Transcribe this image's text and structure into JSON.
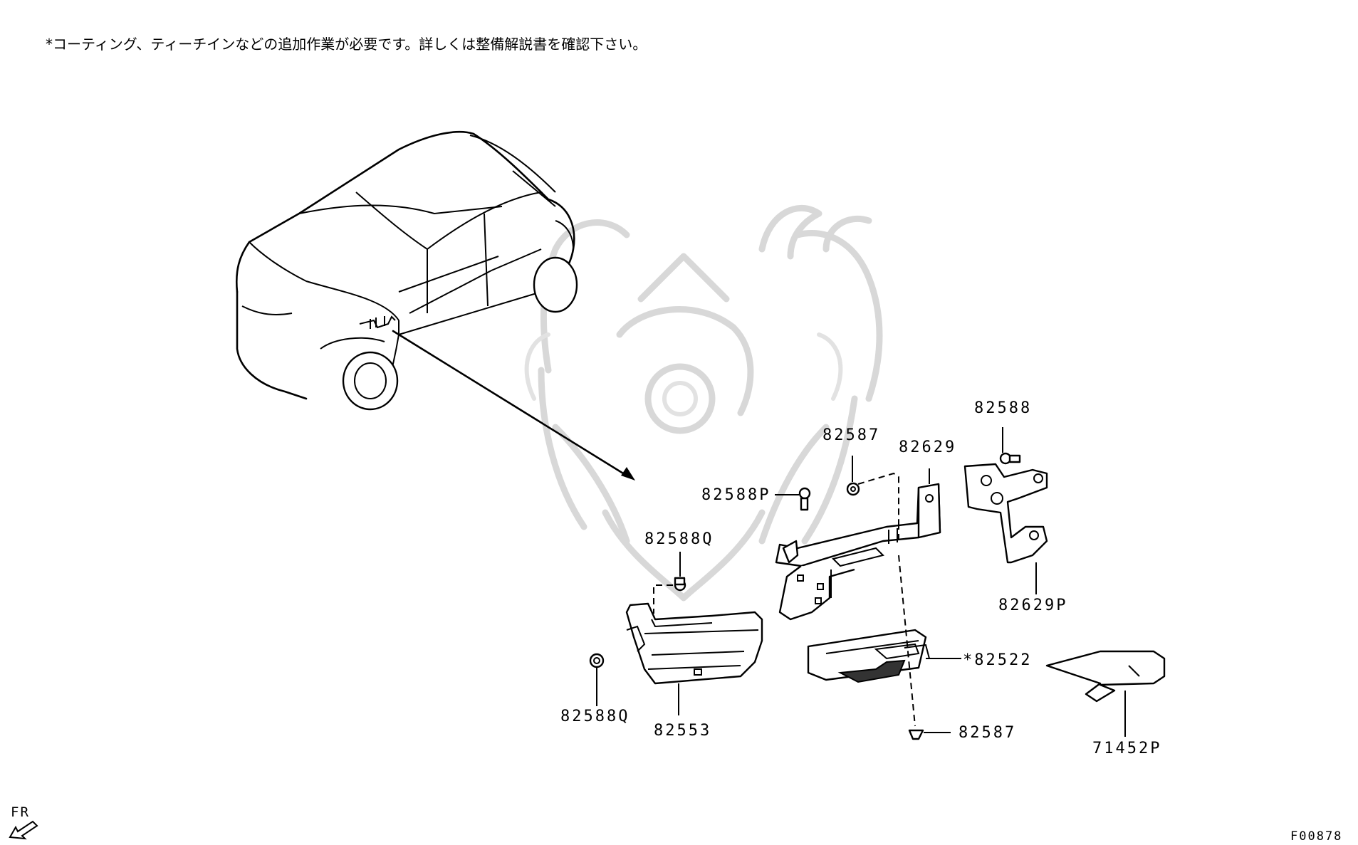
{
  "note": "*コーティング、ティーチインなどの追加作業が必要です。詳しくは整備解説書を確認下さい。",
  "part_labels": {
    "p82588_top": "82588",
    "p82587_top": "82587",
    "p82629": "82629",
    "p82588P": "82588P",
    "p82588Q_top": "82588Q",
    "p82629P": "82629P",
    "p82522": "*82522",
    "p82588Q_bottom": "82588Q",
    "p82553": "82553",
    "p82587_bottom": "82587",
    "p71452P": "71452P"
  },
  "front_indicator": "FR",
  "figure_code": "F00878"
}
